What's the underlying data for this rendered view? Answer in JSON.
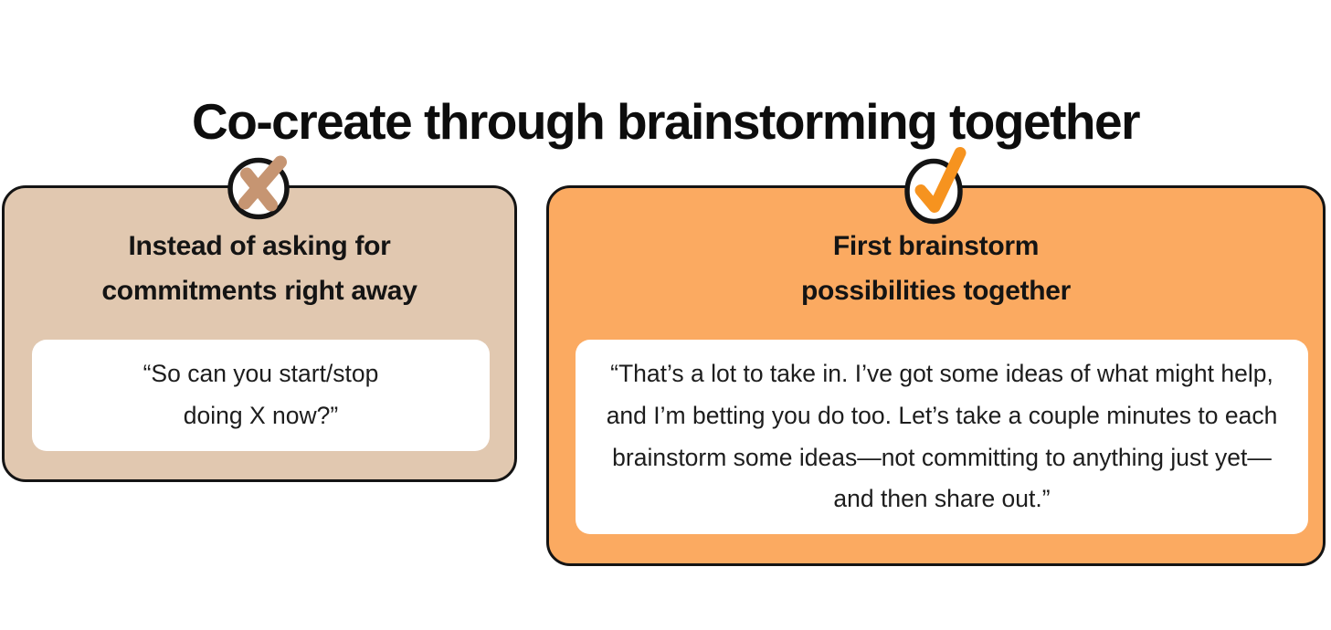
{
  "title": "Co-create through brainstorming together",
  "cards": {
    "dont": {
      "icon": "x-mark-icon",
      "heading": "Instead of asking for\ncommitments right away",
      "quote": "“So can you start/stop\ndoing X now?”",
      "bg_color": "#e1c8b0",
      "mark_color": "#c69572"
    },
    "do": {
      "icon": "checkmark-icon",
      "heading": "First brainstorm\npossibilities together",
      "quote": "“That’s a lot to take in. I’ve got some ideas of what might help, and I’m betting you do too. Let’s take a couple minutes to each brainstorm some ideas—not committing to anything just yet—and then share out.”",
      "bg_color": "#fbaa61",
      "mark_color": "#f6931f"
    }
  },
  "colors": {
    "background": "#ffffff",
    "border": "#141414",
    "title_text": "#0d0d0d",
    "body_text": "#1d1d1d",
    "inner_box_bg": "#ffffff"
  }
}
